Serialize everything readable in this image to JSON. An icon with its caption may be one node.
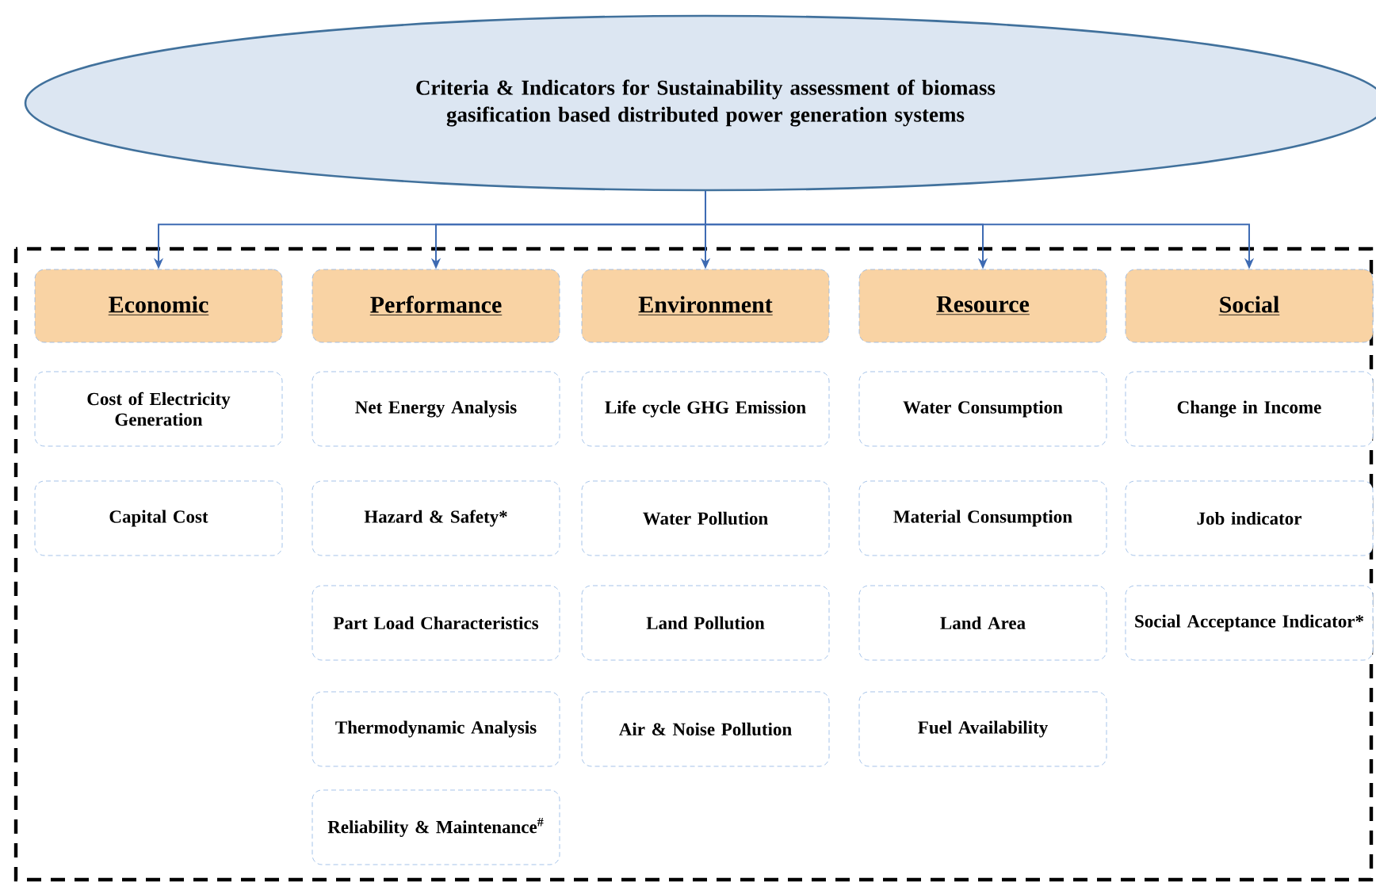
{
  "diagram": {
    "nodes": [
      {
        "text": [
          "Criteria & Indicators for Sustainability assessment of biomass gasification based distributed power generation systems"
        ]
      },
      {
        "text": [
          "Economic"
        ]
      },
      {
        "text": [
          "Cost of Electricity Generation"
        ]
      },
      {
        "text": [
          "Capital Cost"
        ]
      },
      {
        "text": [
          "Performance"
        ]
      },
      {
        "text": [
          "Net Energy Analysis"
        ]
      },
      {
        "text": [
          "Hazard & Safety*"
        ]
      },
      {
        "text": [
          "Part Load Characteristics"
        ]
      },
      {
        "text": [
          "Thermodynamic Analysis"
        ]
      },
      {
        "text": [
          "Reliability & Maintenance$^{#}$"
        ]
      },
      {
        "text": [
          "Environment"
        ]
      },
      {
        "text": [
          "Life cycle GHG Emission"
        ]
      },
      {
        "text": [
          "Water Pollution"
        ]
      },
      {
        "text": [
          "Land Pollution"
        ]
      },
      {
        "text": [
          "Air & Noise Pollution"
        ]
      },
      {
        "text": [
          "Resource"
        ]
      },
      {
        "text": [
          "Water Consumption"
        ]
      },
      {
        "text": [
          "Material Consumption"
        ]
      },
      {
        "text": [
          "Land Area"
        ]
      },
      {
        "text": [
          "Fuel Availability"
        ]
      },
      {
        "text": [
          "Social"
        ]
      },
      {
        "text": [
          "Change in Income"
        ]
      },
      {
        "text": [
          "Job indicator"
        ]
      },
      {
        "text": [
          "Social Acceptance Indicator*"
        ]
      }
    ],
    "edges": [
      {
        "from": 0,
        "to": 1,
        "arrow": "to"
      },
      {
        "from": 0,
        "to": 4,
        "arrow": "to"
      },
      {
        "from": 0,
        "to": 10,
        "arrow": "to"
      },
      {
        "from": 0,
        "to": 15,
        "arrow": "to"
      },
      {
        "from": 0,
        "to": 20,
        "arrow": "to"
      }
    ]
  }
}
